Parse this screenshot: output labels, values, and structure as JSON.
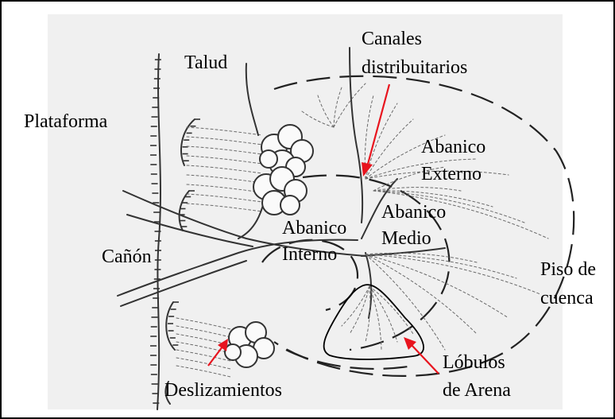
{
  "diagram": {
    "labels": {
      "canales": [
        "Canales",
        "distribuitarios"
      ],
      "talud": "Talud",
      "plataforma": "Plataforma",
      "abanico_externo": [
        "Abanico",
        "Externo"
      ],
      "abanico_medio": [
        "Abanico",
        "Medio"
      ],
      "abanico_interno": [
        "Abanico",
        "Interno"
      ],
      "canon": "Cañón",
      "piso_cuenca": [
        "Piso de",
        "cuenca"
      ],
      "lobulos": [
        "Lóbulos",
        "de Arena"
      ],
      "deslizamientos": "Deslizamientos"
    },
    "colors": {
      "background_panel": "#f0f0f0",
      "arrow": "#e8141e",
      "line": "#333333"
    }
  }
}
